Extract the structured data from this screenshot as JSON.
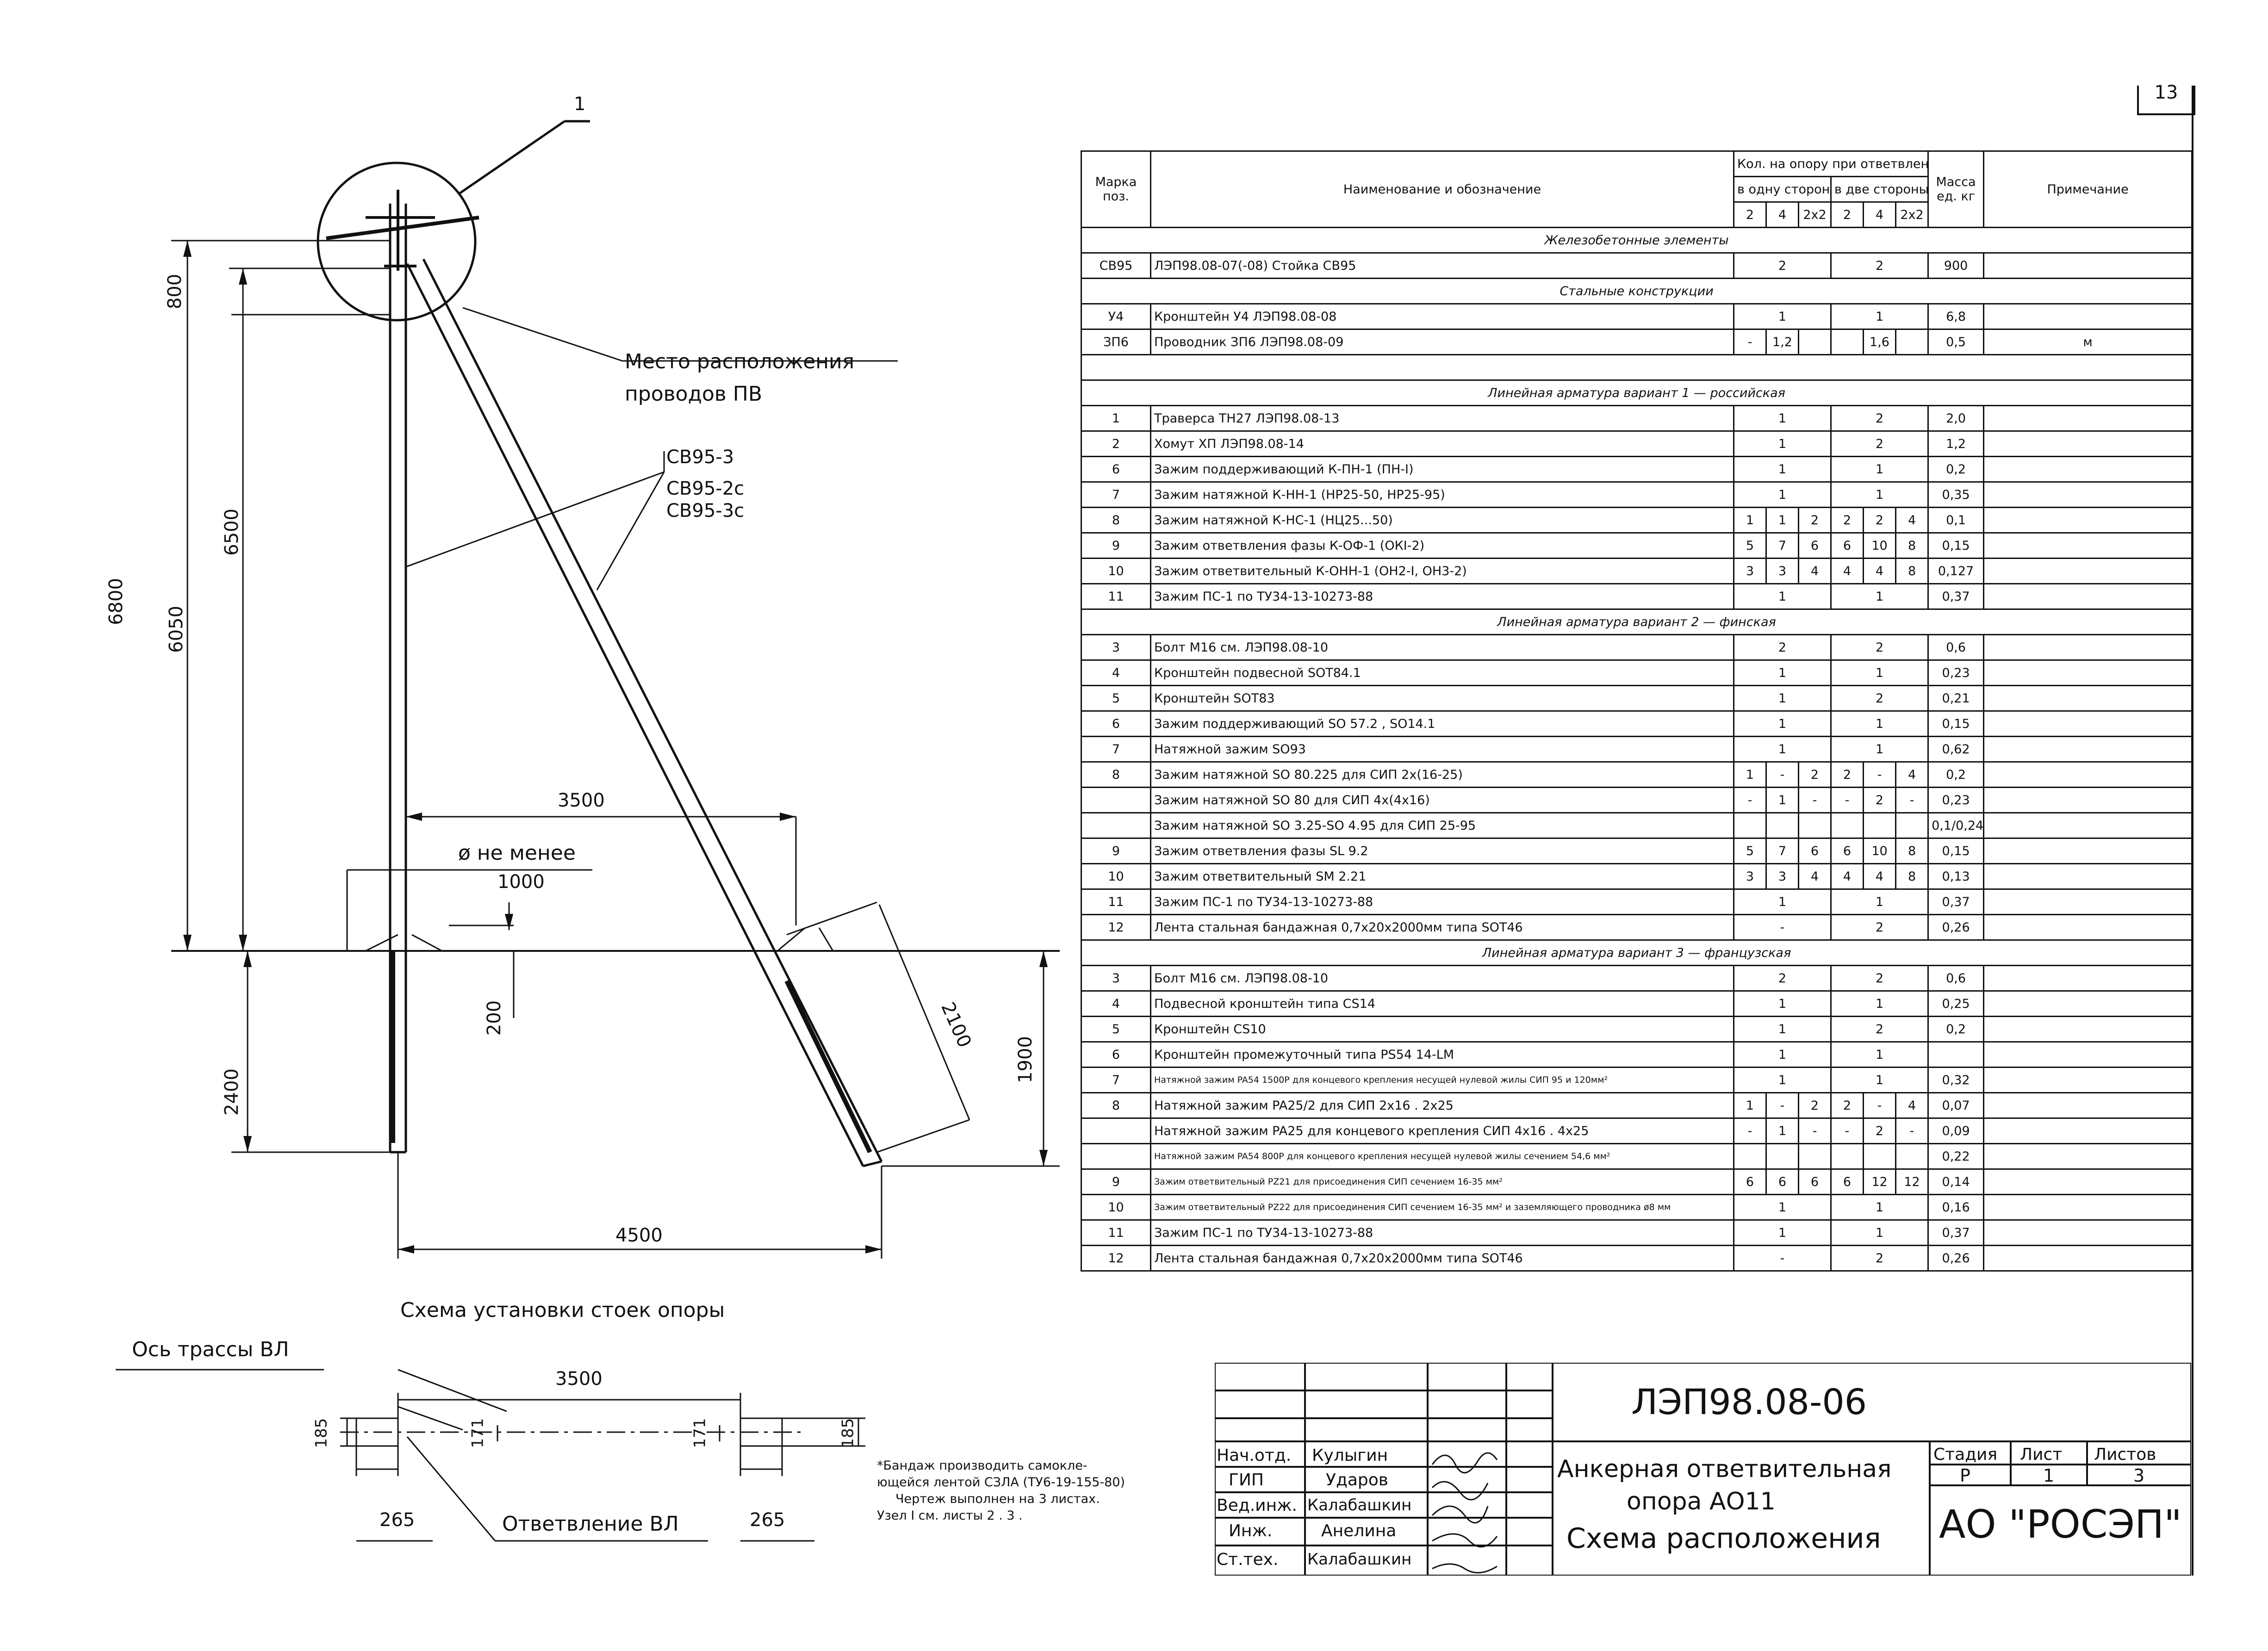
{
  "sheet_number": "13",
  "drawing": {
    "callout": "1",
    "wire_location": [
      "Место расположения",
      "проводов ПВ"
    ],
    "pole_labels": [
      "СВ95-3",
      "СВ95-2с",
      "СВ95-3с"
    ],
    "dims": {
      "d800": "800",
      "d6050": "6050",
      "d6500": "6500",
      "d6800": "6800",
      "d2400": "2400",
      "d200": "200",
      "d3500": "3500",
      "d4500": "4500",
      "d2100": "2100",
      "d1900": "1900"
    },
    "min_distance": [
      "ø не менее",
      "1000"
    ],
    "caption": "Схема установки стоек опоры"
  },
  "plan": {
    "axis_label": "Ось трассы ВЛ",
    "d3500": "3500",
    "d185_left": "185",
    "d171_left": "171",
    "d171_right": "171",
    "d185_right": "185",
    "d265_left": "265",
    "d265_right": "265",
    "branch_label": "Ответвление ВЛ"
  },
  "notes": [
    "*Бандаж производить самокле-",
    "ющейся лентой СЗЛА (ТУ6-19-155-80)",
    "Чертеж выполнен на 3 листах.",
    "Узел I см. листы 2 . 3 ."
  ],
  "spec": {
    "h_mark": "Марка поз.",
    "h_name": "Наименование и обозначение",
    "h_qty": "Кол. на опору при ответвлении",
    "h_one": "в одну сторону",
    "h_two": "в две стороны",
    "h_mass": "Масса ед. кг",
    "h_note": "Примечание",
    "qty_sub": [
      "2",
      "4",
      "2х2",
      "2",
      "4",
      "2х2"
    ]
  },
  "rows": [
    {
      "sec": "Железобетонные элементы"
    },
    {
      "m": "СВ95",
      "n": "ЛЭП98.08-07(-08)                    Стойка СВ95",
      "one": "2",
      "two": "2",
      "w": "900",
      "p": ""
    },
    {
      "sec": "Стальные конструкции"
    },
    {
      "m": "У4",
      "n": "Кронштейн У4 ЛЭП98.08-08",
      "one": "1",
      "two": "1",
      "w": "6,8",
      "p": ""
    },
    {
      "m": "ЗП6",
      "n": "Проводник ЗП6 ЛЭП98.08-09",
      "q": [
        "-",
        "1,2",
        "",
        "",
        "1,6",
        ""
      ],
      "w": "0,5",
      "p": "м"
    },
    {
      "sec": ""
    },
    {
      "sec": "Линейная арматура вариант 1 — российская"
    },
    {
      "m": "1",
      "n": "Траверса ТН27 ЛЭП98.08-13",
      "one": "1",
      "two": "2",
      "w": "2,0",
      "p": ""
    },
    {
      "m": "2",
      "n": "Хомут ХП ЛЭП98.08-14",
      "one": "1",
      "two": "2",
      "w": "1,2",
      "p": ""
    },
    {
      "m": "6",
      "n": "Зажим поддерживающий К-ПН-1 (ПН-I)",
      "one": "1",
      "two": "1",
      "w": "0,2",
      "p": ""
    },
    {
      "m": "7",
      "n": "Зажим натяжной К-НН-1 (НР25-50, НР25-95)",
      "one": "1",
      "two": "1",
      "w": "0,35",
      "p": ""
    },
    {
      "m": "8",
      "n": "Зажим натяжной К-НС-1 (НЦ25...50)",
      "q": [
        "1",
        "1",
        "2",
        "2",
        "2",
        "4"
      ],
      "w": "0,1",
      "p": ""
    },
    {
      "m": "9",
      "n": "Зажим ответвления фазы К-ОФ-1 (ОКI-2)",
      "q": [
        "5",
        "7",
        "6",
        "6",
        "10",
        "8"
      ],
      "w": "0,15",
      "p": ""
    },
    {
      "m": "10",
      "n": "Зажим ответвительный К-ОНН-1 (ОН2-I, ОН3-2)",
      "q": [
        "3",
        "3",
        "4",
        "4",
        "4",
        "8"
      ],
      "w": "0,127",
      "p": ""
    },
    {
      "m": "11",
      "n": "Зажим ПС-1 по ТУ34-13-10273-88",
      "one": "1",
      "two": "1",
      "w": "0,37",
      "p": ""
    },
    {
      "sec": "Линейная арматура вариант 2 — финская"
    },
    {
      "m": "3",
      "n": "Болт М16 см. ЛЭП98.08-10",
      "one": "2",
      "two": "2",
      "w": "0,6",
      "p": ""
    },
    {
      "m": "4",
      "n": "Кронштейн подвесной SOT84.1",
      "one": "1",
      "two": "1",
      "w": "0,23",
      "p": ""
    },
    {
      "m": "5",
      "n": "Кронштейн SOT83",
      "one": "1",
      "two": "2",
      "w": "0,21",
      "p": ""
    },
    {
      "m": "6",
      "n": "Зажим поддерживающий SO 57.2 , SO14.1",
      "one": "1",
      "two": "1",
      "w": "0,15",
      "p": ""
    },
    {
      "m": "7",
      "n": "Натяжной зажим SO93",
      "one": "1",
      "two": "1",
      "w": "0,62",
      "p": ""
    },
    {
      "m": "8",
      "n": "Зажим натяжной SO 80.225 для СИП 2х(16-25)",
      "q": [
        "1",
        "-",
        "2",
        "2",
        "-",
        "4"
      ],
      "w": "0,2",
      "p": ""
    },
    {
      "m": "",
      "n": "Зажим натяжной SO 80 для СИП 4х(4х16)",
      "q": [
        "-",
        "1",
        "-",
        "-",
        "2",
        "-"
      ],
      "w": "0,23",
      "p": ""
    },
    {
      "m": "",
      "n": "Зажим натяжной SO 3.25-SO 4.95 для СИП 25-95",
      "q": [
        "",
        "",
        "",
        "",
        "",
        ""
      ],
      "w": "0,1/0,24",
      "p": ""
    },
    {
      "m": "9",
      "n": "Зажим ответвления фазы SL 9.2",
      "q": [
        "5",
        "7",
        "6",
        "6",
        "10",
        "8"
      ],
      "w": "0,15",
      "p": ""
    },
    {
      "m": "10",
      "n": "Зажим ответвительный SM 2.21",
      "q": [
        "3",
        "3",
        "4",
        "4",
        "4",
        "8"
      ],
      "w": "0,13",
      "p": ""
    },
    {
      "m": "11",
      "n": "Зажим ПС-1 по ТУ34-13-10273-88",
      "one": "1",
      "two": "1",
      "w": "0,37",
      "p": ""
    },
    {
      "m": "12",
      "n": "Лента стальная бандажная 0,7х20х2000мм типа SOT46",
      "one": "-",
      "two": "2",
      "w": "0,26",
      "p": ""
    },
    {
      "sec": "Линейная арматура вариант 3 — французская"
    },
    {
      "m": "3",
      "n": "Болт М16 см. ЛЭП98.08-10",
      "one": "2",
      "two": "2",
      "w": "0,6",
      "p": ""
    },
    {
      "m": "4",
      "n": "Подвесной кронштейн типа CS14",
      "one": "1",
      "two": "1",
      "w": "0,25",
      "p": ""
    },
    {
      "m": "5",
      "n": "Кронштейн CS10",
      "one": "1",
      "two": "2",
      "w": "0,2",
      "p": ""
    },
    {
      "m": "6",
      "n": "Кронштейн промежуточный типа PS54 14-LM",
      "one": "1",
      "two": "1",
      "w": "",
      "p": ""
    },
    {
      "m": "7",
      "n": "Натяжной зажим PA54 1500P для концевого крепления несущей нулевой жилы СИП 95 и 120мм²",
      "one": "1",
      "two": "1",
      "w": "0,32",
      "p": ""
    },
    {
      "m": "8",
      "n": "Натяжной зажим PA25/2 для СИП 2х16 . 2х25",
      "q": [
        "1",
        "-",
        "2",
        "2",
        "-",
        "4"
      ],
      "w": "0,07",
      "p": ""
    },
    {
      "m": "",
      "n": "Натяжной зажим PA25 для концевого крепления СИП 4х16 . 4х25",
      "q": [
        "-",
        "1",
        "-",
        "-",
        "2",
        "-"
      ],
      "w": "0,09",
      "p": ""
    },
    {
      "m": "",
      "n": "Натяжной зажим PA54 800P для концевого крепления несущей нулевой жилы сечением 54,6 мм²",
      "q": [
        "",
        "",
        "",
        "",
        "",
        ""
      ],
      "w": "0,22",
      "p": ""
    },
    {
      "m": "9",
      "n": "Зажим ответвительный PZ21 для присоединения СИП сечением 16-35 мм²",
      "q": [
        "6",
        "6",
        "6",
        "6",
        "12",
        "12"
      ],
      "w": "0,14",
      "p": ""
    },
    {
      "m": "10",
      "n": "Зажим ответвительный PZ22 для присоединения СИП сечением 16-35 мм² и заземляющего проводника ø8 мм",
      "one": "1",
      "two": "1",
      "w": "0,16",
      "p": ""
    },
    {
      "m": "11",
      "n": "Зажим ПС-1 по ТУ34-13-10273-88",
      "one": "1",
      "two": "1",
      "w": "0,37",
      "p": ""
    },
    {
      "m": "12",
      "n": "Лента стальная бандажная 0,7х20х2000мм типа SOT46",
      "one": "-",
      "two": "2",
      "w": "0,26",
      "p": ""
    }
  ],
  "stamp": {
    "code": "ЛЭП98.08-06",
    "title": [
      "Анкерная ответвительная",
      "опора АО11",
      "Схема расположения"
    ],
    "org": "АО \"РОСЭП\"",
    "h_stage": "Стадия",
    "h_sheet": "Лист",
    "h_sheets": "Листов",
    "stage": "Р",
    "sheet": "1",
    "sheets": "3",
    "roles": [
      "Нач.отд.",
      "ГИП",
      "Вед.инж.",
      "Инж.",
      "Ст.тех."
    ],
    "names": [
      "Кулыгин",
      "Ударов",
      "Калабашкин",
      "Анелина",
      "Калабашкин"
    ]
  }
}
